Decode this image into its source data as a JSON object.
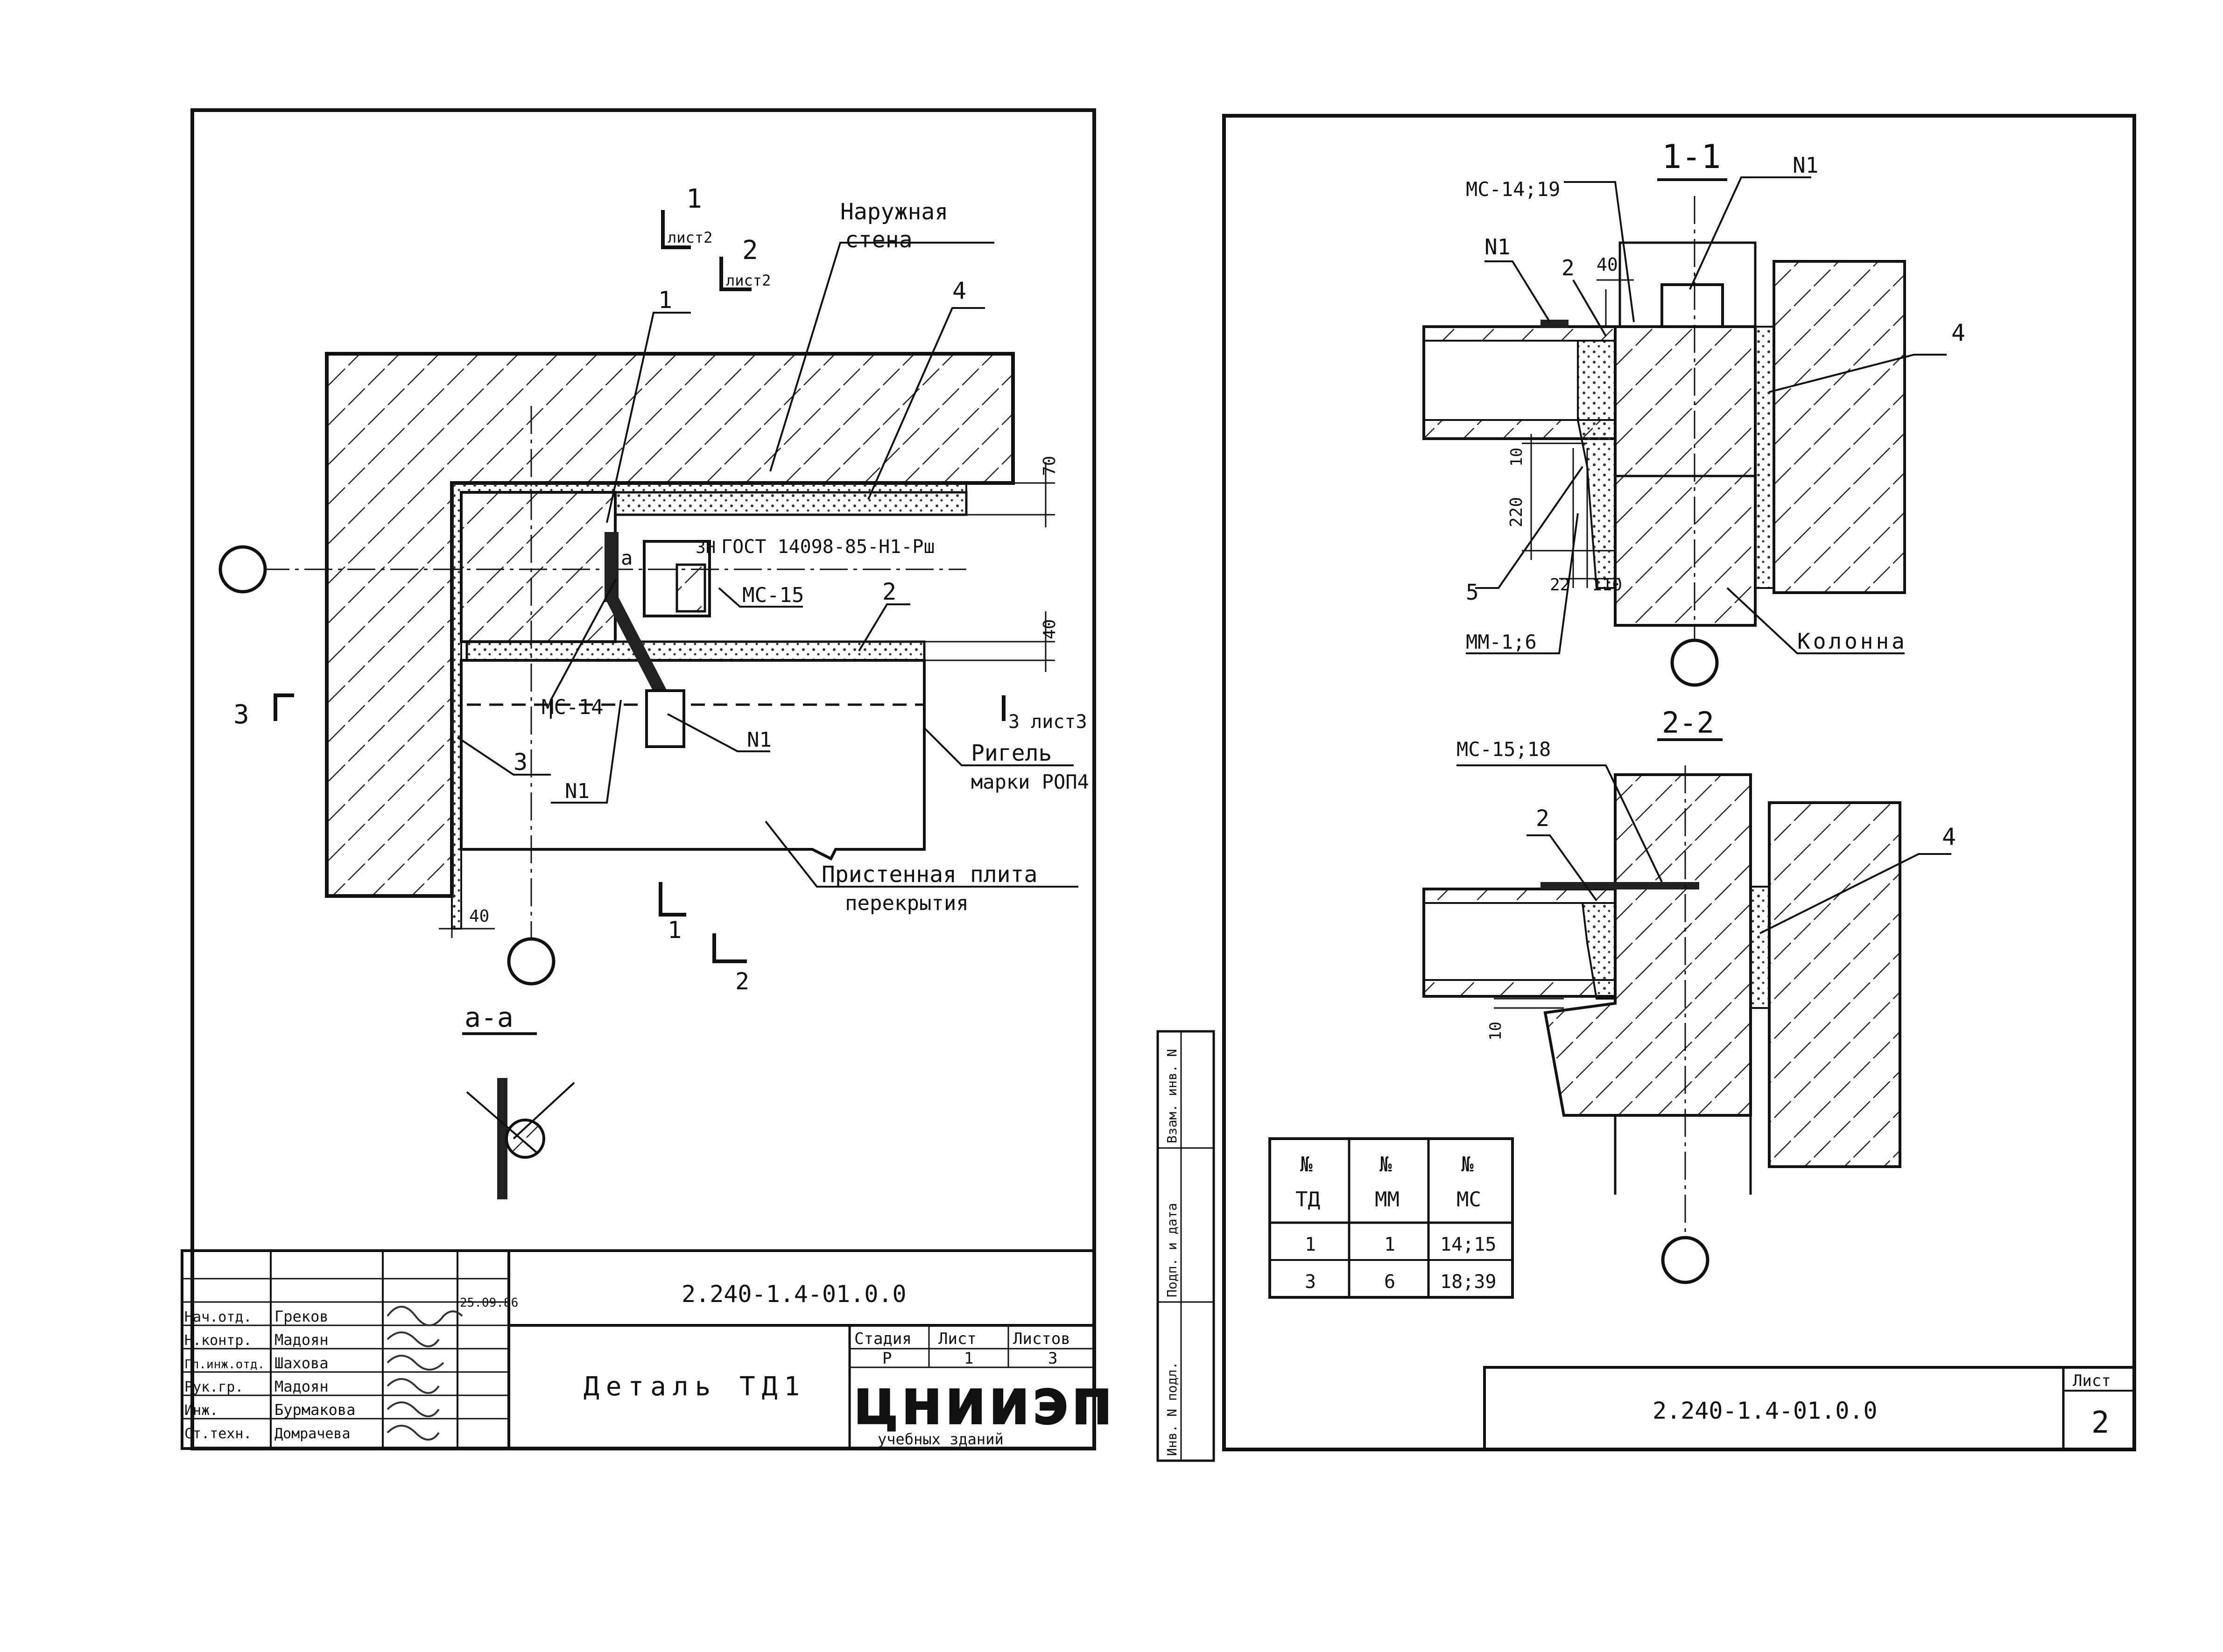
{
  "sheet1": {
    "labels": {
      "outer_wall": [
        "Наружная",
        "стена"
      ],
      "riegel": [
        "Ригель",
        "марки РОП4"
      ],
      "slab": [
        "Пристенная плита",
        "перекрытия"
      ],
      "gost": "ГОСТ 14098-85-Н1-Рш",
      "weld_a": "а",
      "ms14": "МС-14",
      "ms15": "МС-15",
      "n1_a": "N1",
      "n1_b": "N1",
      "pos1": "1",
      "pos2": "2",
      "pos3": "3",
      "pos4": "4",
      "dim70": "70",
      "dim40a": "40",
      "dim40b": "40",
      "sec1_num": "1",
      "sec1_sheet": "лист2",
      "sec2_num": "2",
      "sec2_sheet": "лист2",
      "sec3": "3",
      "sec3_sheet": "3 лист3",
      "cut1": "1",
      "cut2": "2",
      "detail_aa": "а-а",
      "weld_sym": "3Н"
    },
    "title_block": {
      "doc_code": "2.240-1.4-01.0.0",
      "title": "Деталь ТД1",
      "org": "ЦНИИЭП",
      "org_sub": "учебных зданий",
      "stage_hdr": "Стадия",
      "sheet_hdr": "Лист",
      "sheets_hdr": "Листов",
      "stage": "Р",
      "sheet": "1",
      "sheets": "3",
      "date": "25.09.86",
      "roles": [
        {
          "role": "Нач.отд.",
          "name": "Греков"
        },
        {
          "role": "Н.контр.",
          "name": "Мадоян"
        },
        {
          "role": "Гл.инж.отд.",
          "name": "Шахова"
        },
        {
          "role": "Рук.гр.",
          "name": "Мадоян"
        },
        {
          "role": "Инж.",
          "name": "Бурмакова"
        },
        {
          "role": "Ст.техн.",
          "name": "Домрачева"
        }
      ]
    }
  },
  "sheet2": {
    "section11": {
      "title": "1-1",
      "ms": "МС-14;19",
      "n1_top": "N1",
      "n1_left": "N1",
      "pos2": "2",
      "pos4": "4",
      "pos5": "5",
      "dim40": "40",
      "dim10": "10",
      "dim220": "220",
      "dim22": "22",
      "dim110": "110",
      "mm": "ММ-1;6",
      "column": "Колонна"
    },
    "section22": {
      "title": "2-2",
      "ms": "МС-15;18",
      "pos2": "2",
      "pos4": "4",
      "dim10": "10"
    },
    "table": {
      "headers": [
        [
          "№",
          "ТД"
        ],
        [
          "№",
          "ММ"
        ],
        [
          "№",
          "МС"
        ]
      ],
      "rows": [
        [
          "1",
          "1",
          "14;15"
        ],
        [
          "3",
          "6",
          "18;39"
        ]
      ]
    },
    "side_stamp": [
      "Инв. N подл.",
      "Подп. и дата",
      "Взам. инв. N"
    ],
    "doc_code": "2.240-1.4-01.0.0",
    "sheet_hdr": "Лист",
    "sheet_no": "2"
  }
}
